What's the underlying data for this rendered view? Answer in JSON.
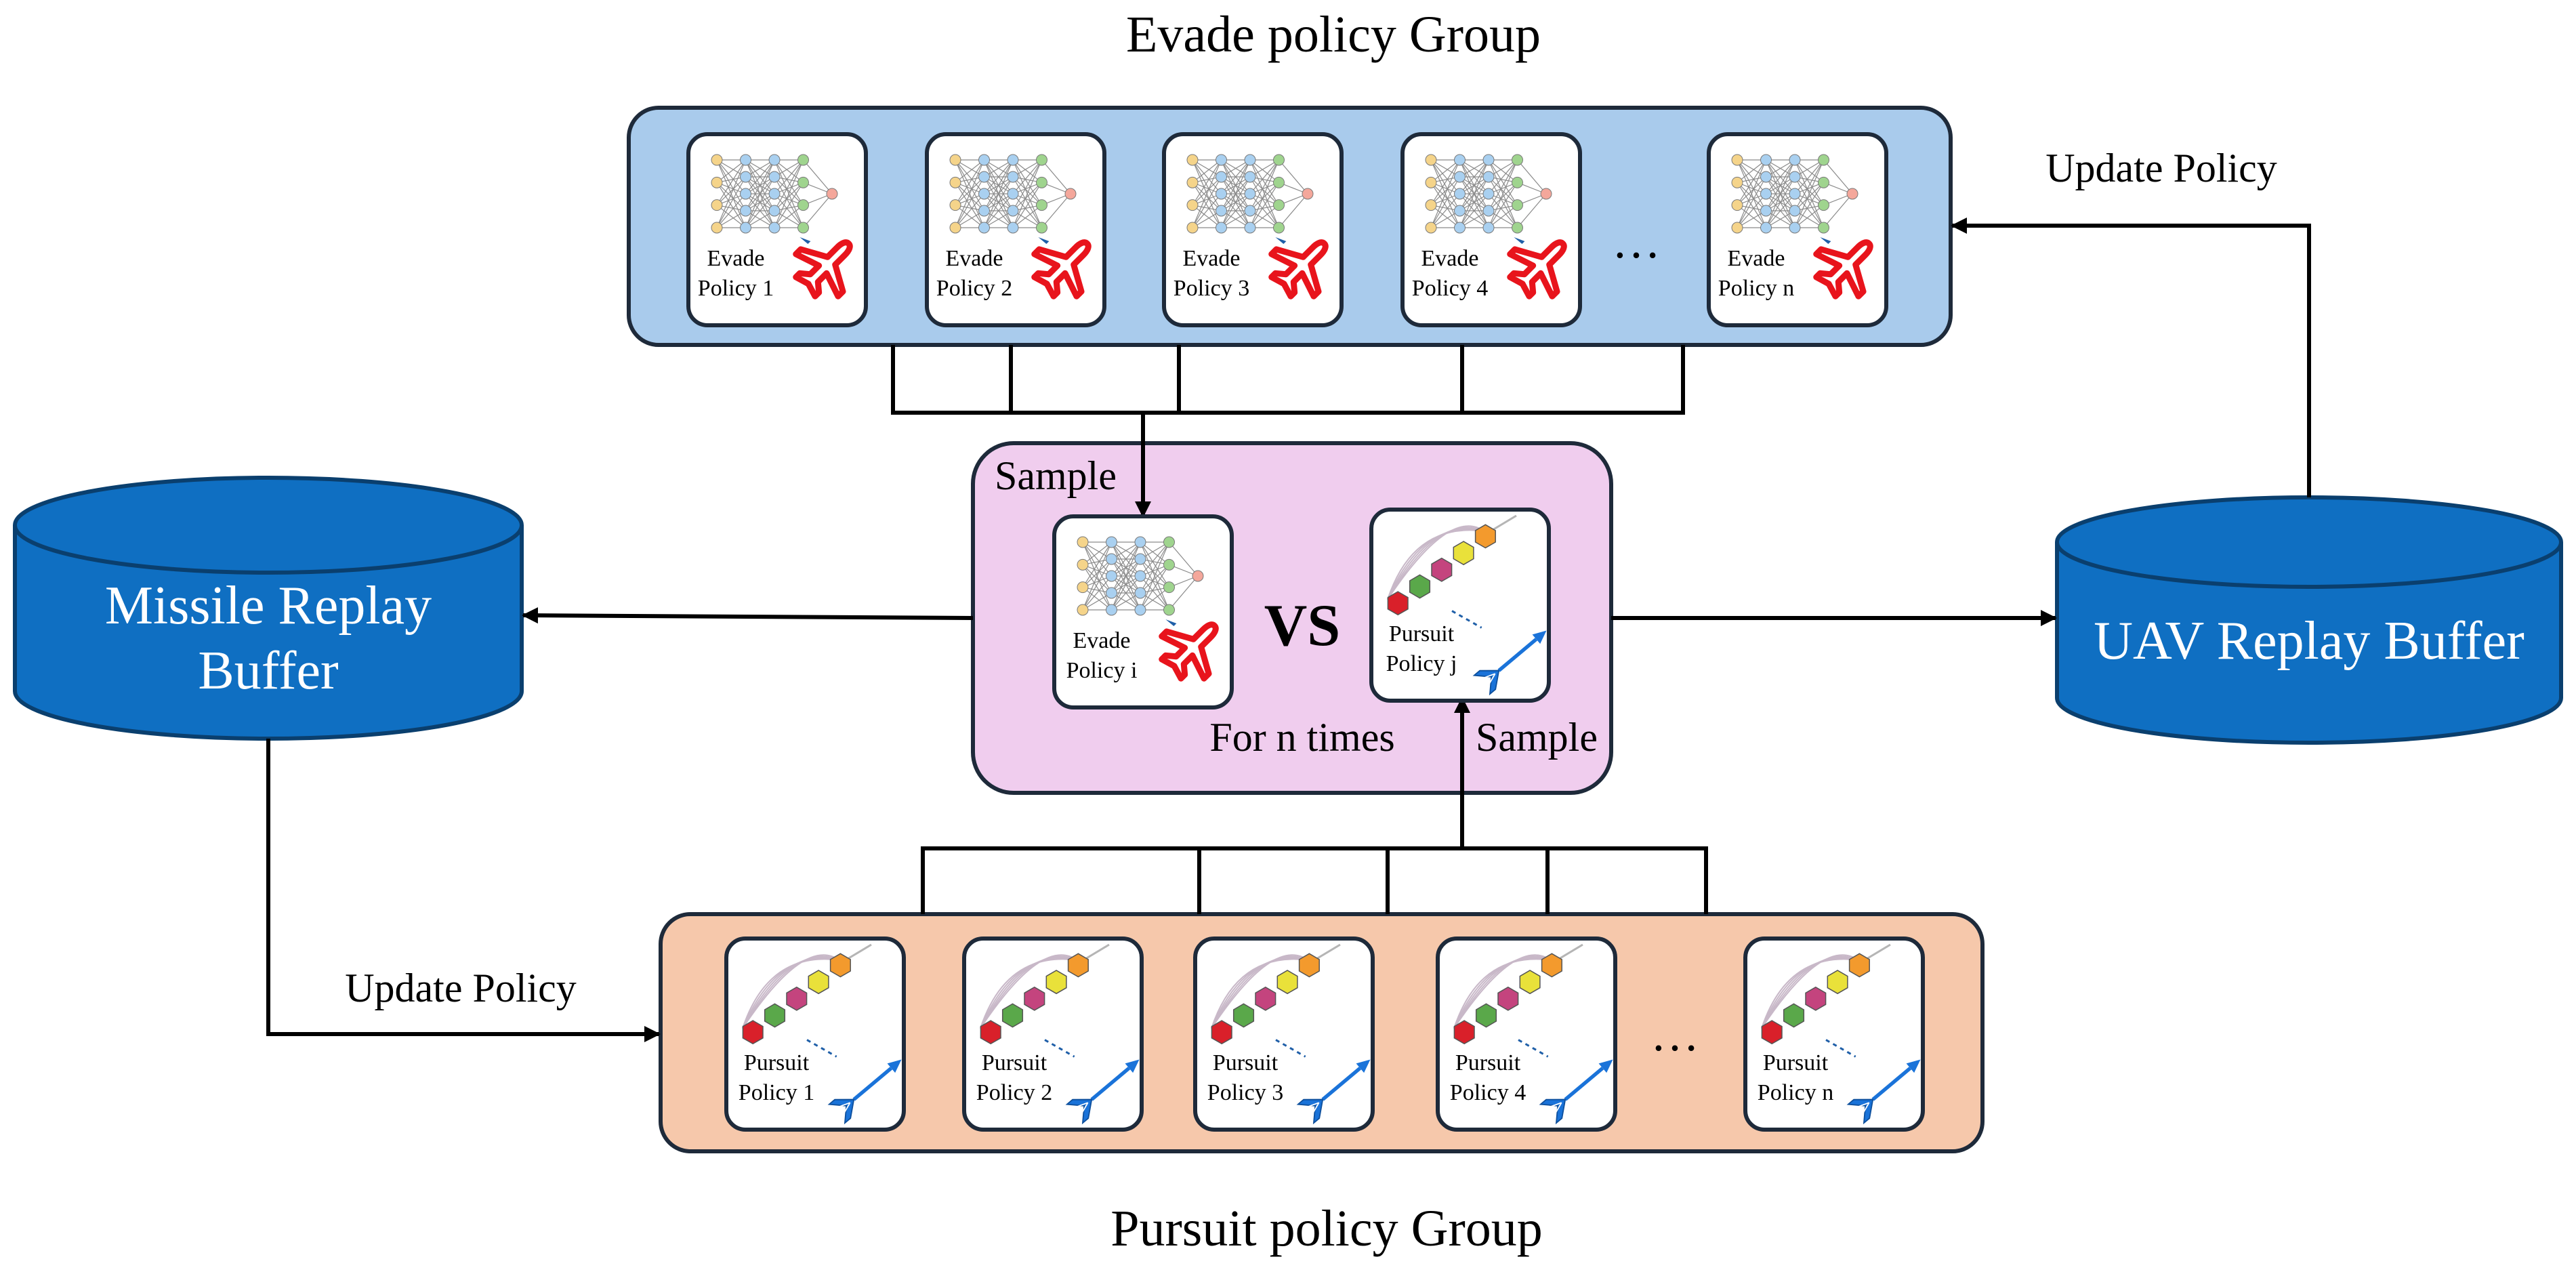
{
  "title_top": "Evade policy Group",
  "title_bottom": "Pursuit policy Group",
  "update_policy_right": "Update Policy",
  "update_policy_left": "Update Policy",
  "center": {
    "sample_top": "Sample",
    "sample_bottom": "Sample",
    "vs": "VS",
    "loop": "For n times",
    "evade_i": {
      "line1": "Evade",
      "line2": "Policy i"
    },
    "pursuit_j": {
      "line1": "Pursuit",
      "line2": "Policy j"
    }
  },
  "missile_buffer": {
    "line1": "Missile Replay",
    "line2": "Buffer"
  },
  "uav_buffer": {
    "line1": "UAV Replay Buffer"
  },
  "evade_group": [
    {
      "line1": "Evade",
      "line2": "Policy 1"
    },
    {
      "line1": "Evade",
      "line2": "Policy 2"
    },
    {
      "line1": "Evade",
      "line2": "Policy 3"
    },
    {
      "line1": "Evade",
      "line2": "Policy 4"
    },
    {
      "line1": "Evade",
      "line2": "Policy n"
    }
  ],
  "pursuit_group": [
    {
      "line1": "Pursuit",
      "line2": "Policy 1"
    },
    {
      "line1": "Pursuit",
      "line2": "Policy 2"
    },
    {
      "line1": "Pursuit",
      "line2": "Policy 3"
    },
    {
      "line1": "Pursuit",
      "line2": "Policy 4"
    },
    {
      "line1": "Pursuit",
      "line2": "Policy n"
    }
  ],
  "ellipsis": "…",
  "colors": {
    "evade_group_fill": "#a9cbec",
    "pursuit_group_fill": "#f6c8ab",
    "center_fill": "#f0cdee",
    "buffer_fill": "#0f6fc2",
    "buffer_stroke": "#0a3f6e",
    "outline": "#1e2a3a",
    "plane": "#e8141c",
    "dart": "#1a73d9"
  },
  "icons": [
    "neural-network-icon",
    "plane-icon",
    "hexagon-chain-icon",
    "dart-icon"
  ]
}
